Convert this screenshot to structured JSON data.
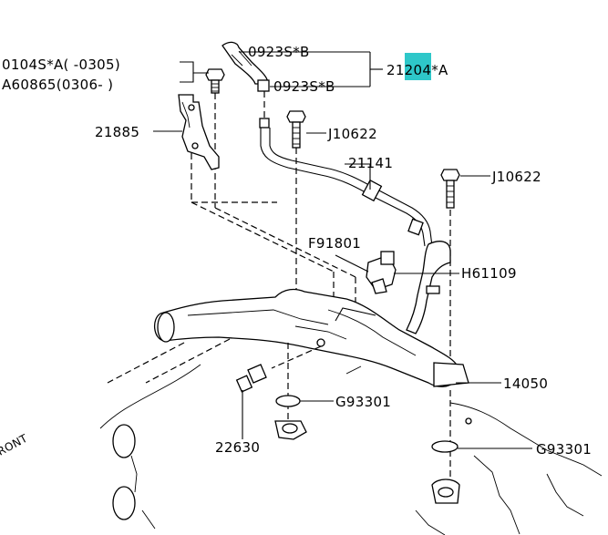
{
  "labels": {
    "p0104": "0104S*A(   -0305)",
    "a60865": "A60865(0306-    )",
    "p21885": "21885",
    "p09223_top": "0923S*B",
    "p09223_bottom": "0923S*B",
    "p21204": "21204*A",
    "j10622_a": "J10622",
    "p21141": "21141",
    "j10622_b": "J10622",
    "f91801": "F91801",
    "h61109": "H61109",
    "p14050": "14050",
    "g93301_a": "G93301",
    "p22630": "22630",
    "g93301_b": "G93301",
    "front": "RONT"
  },
  "highlight": {
    "part": "21204",
    "color": "#2ec7c9"
  }
}
